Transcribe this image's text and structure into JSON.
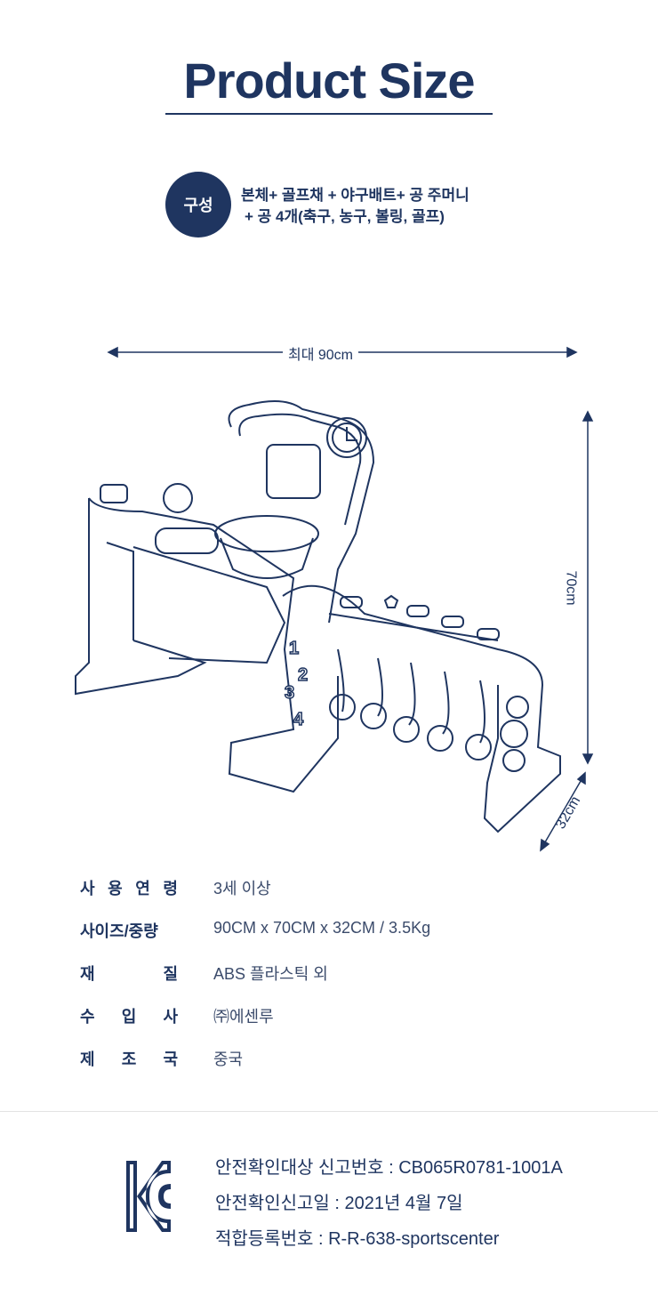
{
  "header": {
    "title": "Product Size"
  },
  "composition": {
    "badge": "구성",
    "line1": "본체+ 골프채 + 야구배트+ 공 주머니",
    "line2": "+ 공 4개(축구, 농구, 볼링, 골프)"
  },
  "dimensions": {
    "width": "최대 90cm",
    "height": "70cm",
    "depth": "32cm"
  },
  "specs": [
    {
      "label": [
        "사",
        "용",
        "연",
        "령"
      ],
      "value": "3세 이상"
    },
    {
      "label": [
        "사이즈/중량"
      ],
      "value": "90CM x 70CM x 32CM / 3.5Kg"
    },
    {
      "label": [
        "재",
        "질"
      ],
      "value": "ABS 플라스틱 외"
    },
    {
      "label": [
        "수",
        "입",
        "사"
      ],
      "value": "㈜에센루"
    },
    {
      "label": [
        "제",
        "조",
        "국"
      ],
      "value": "중국"
    }
  ],
  "certification": {
    "logo": "KC",
    "lines": [
      "안전확인대상 신고번호 : CB065R0781-1001A",
      "안전확인신고일 : 2021년 4월 7일",
      "적합등록번호 : R-R-638-sportscenter"
    ]
  },
  "colors": {
    "navy": "#1f3560"
  }
}
